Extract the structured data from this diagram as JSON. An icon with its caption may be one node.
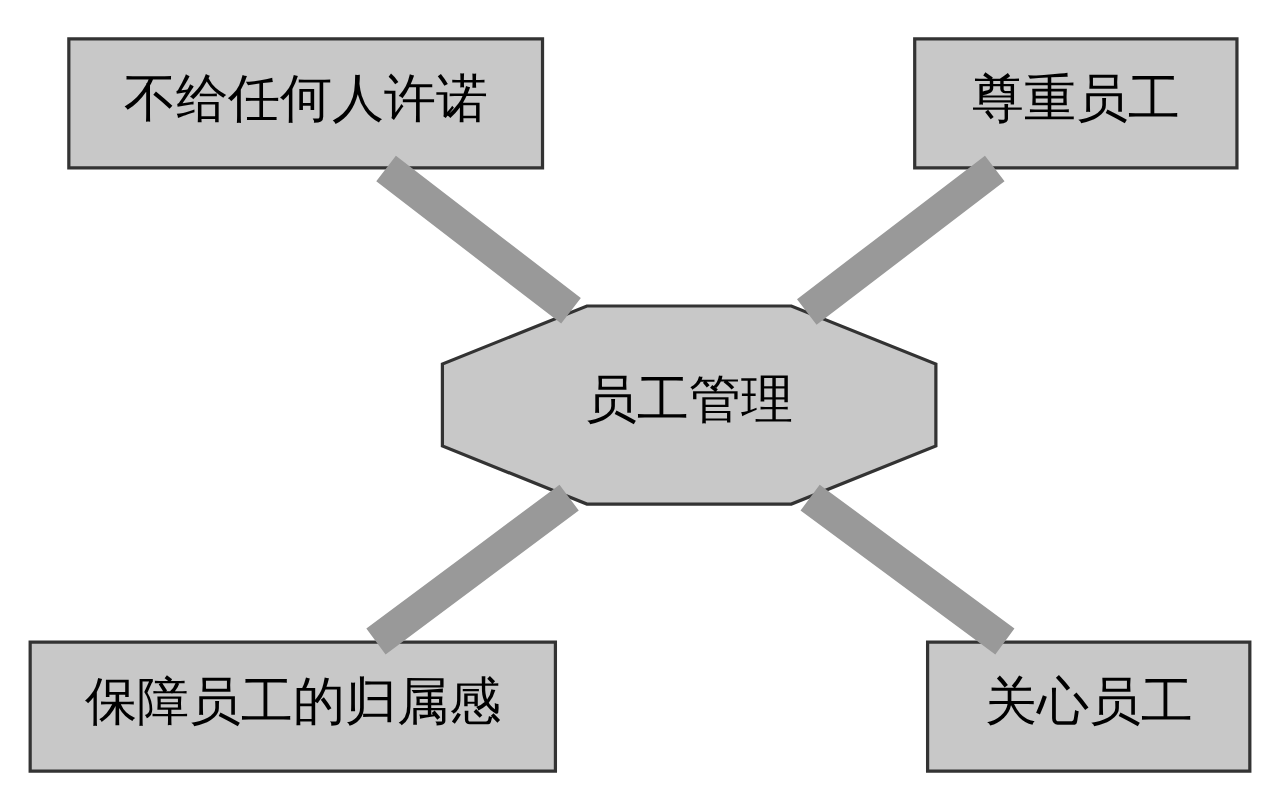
{
  "diagram": {
    "nodes": [
      {
        "text": [
          "不给任何人许诺"
        ]
      },
      {
        "text": [
          "尊重员工"
        ]
      },
      {
        "text": [
          "员工管理"
        ]
      },
      {
        "text": [
          "保障员工的归属感"
        ]
      },
      {
        "text": [
          "关心员工"
        ]
      }
    ],
    "edges": [
      {
        "from": 0,
        "to": 2,
        "arrow": "none"
      },
      {
        "from": 1,
        "to": 2,
        "arrow": "none"
      },
      {
        "from": 2,
        "to": 3,
        "arrow": "none"
      },
      {
        "from": 2,
        "to": 4,
        "arrow": "none"
      }
    ]
  }
}
